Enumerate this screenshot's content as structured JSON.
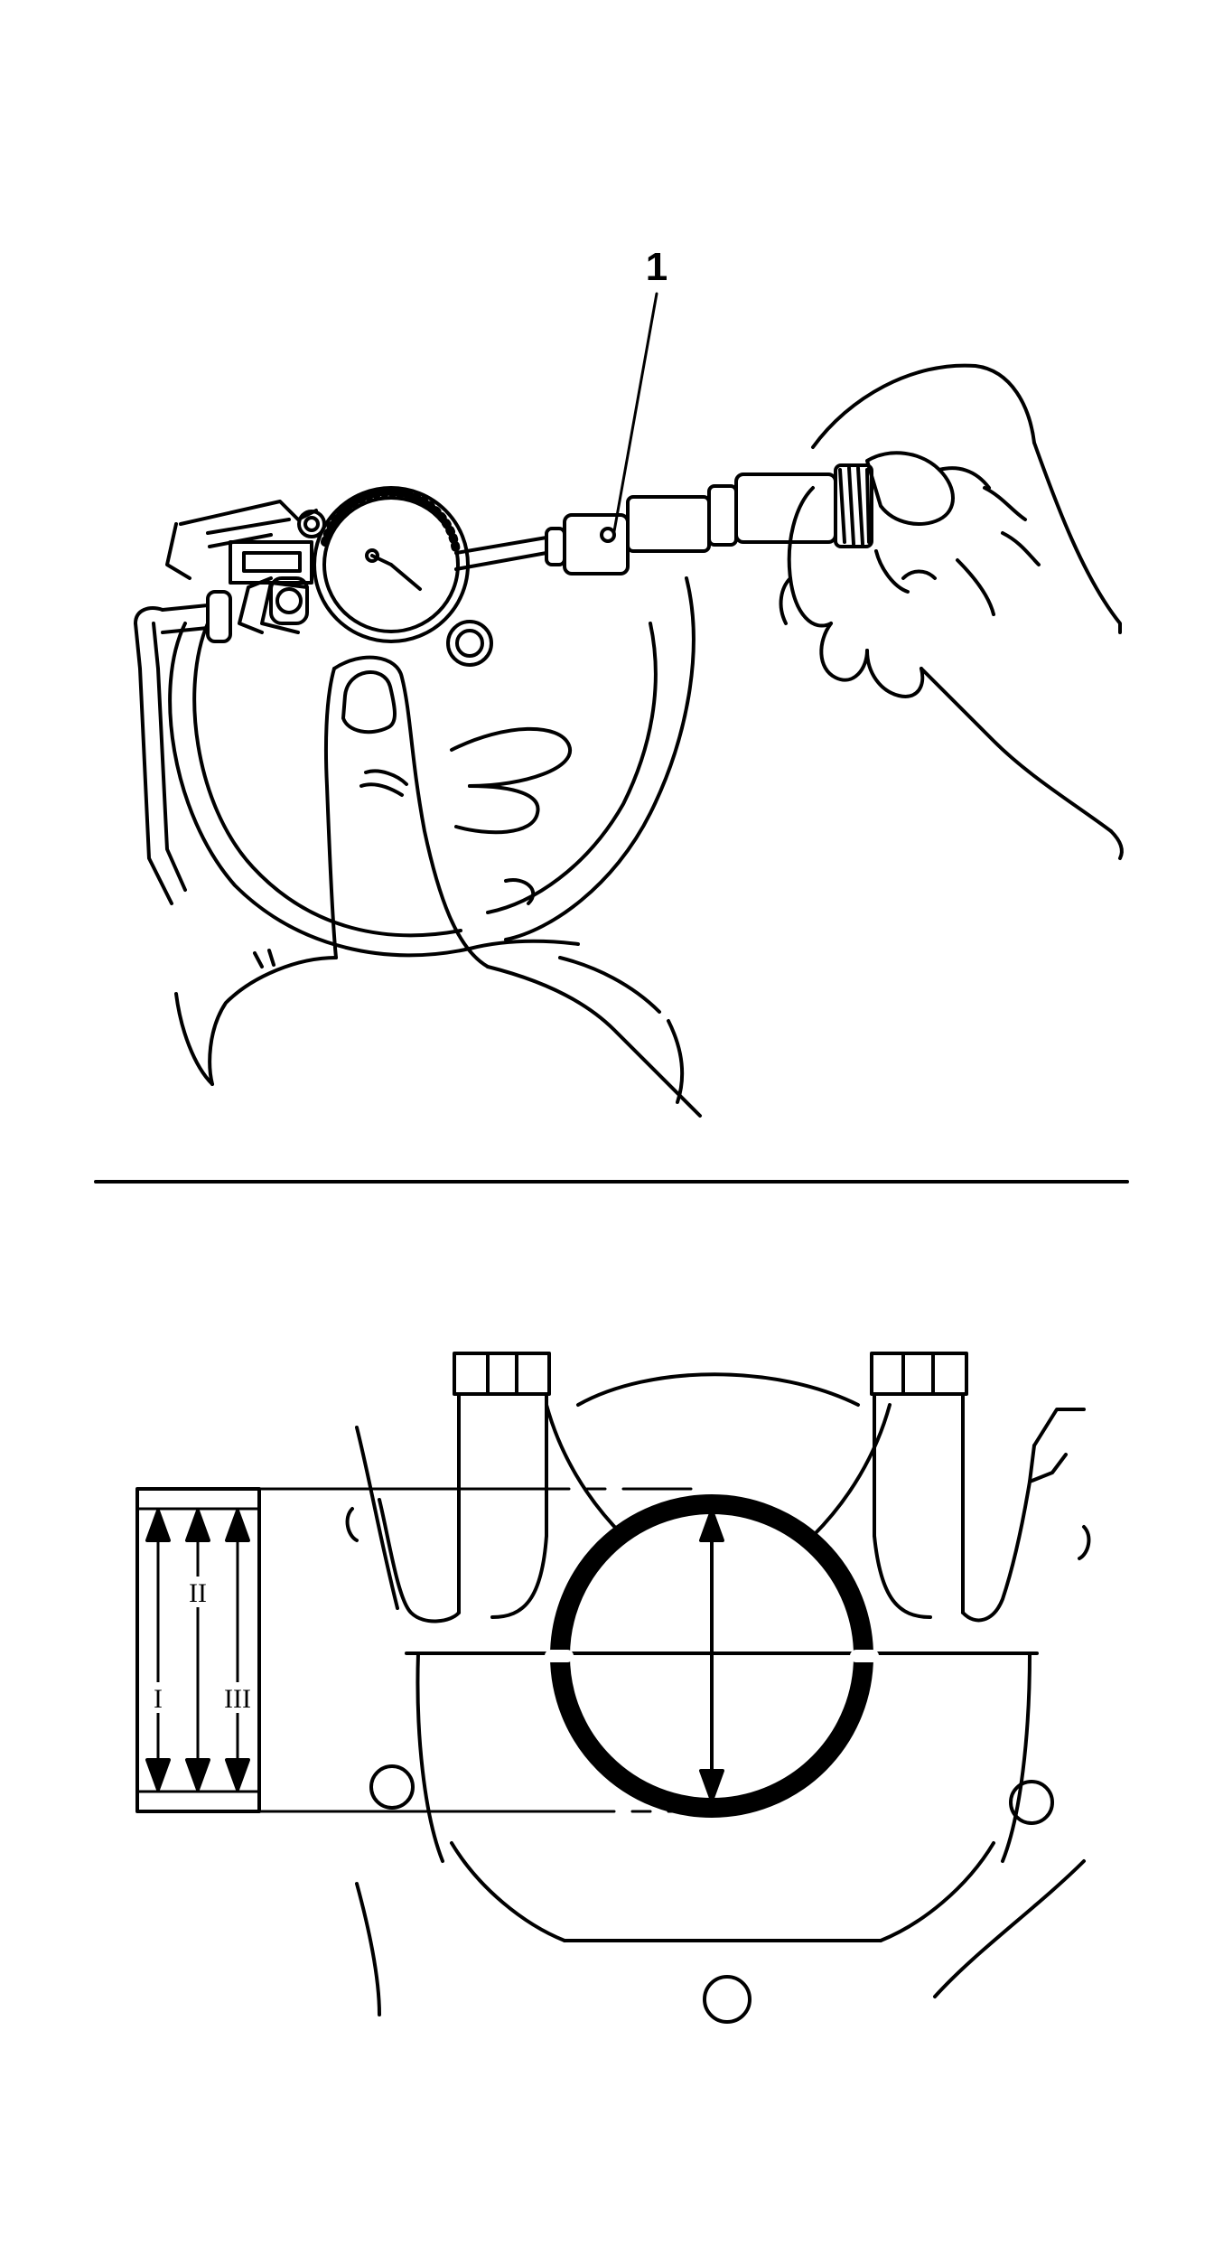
{
  "figure": {
    "top_panel": {
      "callout_number": "1"
    },
    "bottom_panel": {
      "roman_labels": [
        "I",
        "II",
        "III"
      ]
    }
  },
  "colors": {
    "line": "#000000",
    "background": "#ffffff"
  }
}
